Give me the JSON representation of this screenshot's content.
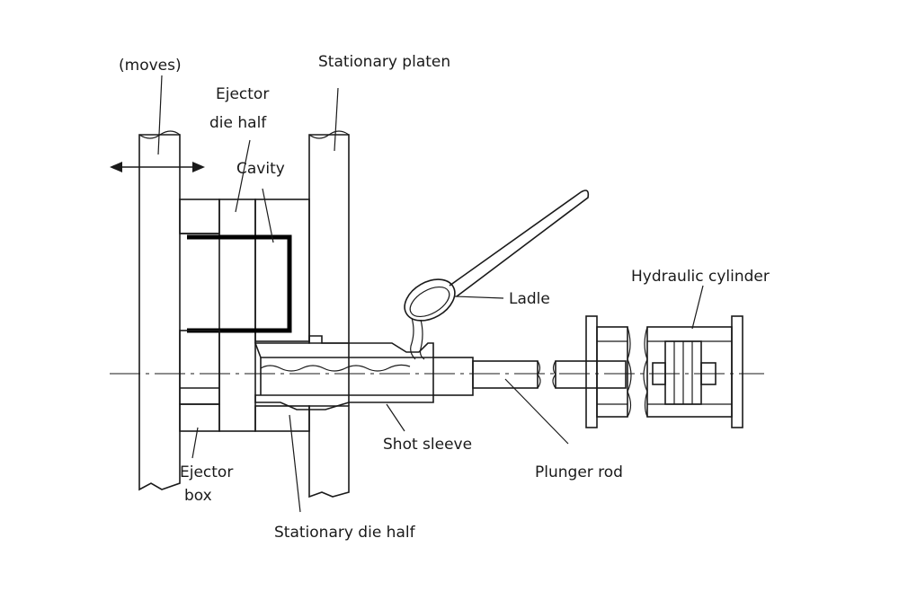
{
  "labels": {
    "moves": "(moves)",
    "stationary_platen": "Stationary platen",
    "ejector_die_half_line1": "Ejector",
    "ejector_die_half_line2": "die half",
    "cavity": "Cavity",
    "ladle": "Ladle",
    "hydraulic_cylinder": "Hydraulic cylinder",
    "shot_sleeve": "Shot sleeve",
    "plunger_rod": "Plunger rod",
    "ejector_box_line1": "Ejector",
    "ejector_box_line2": "box",
    "stationary_die_half": "Stationary die half"
  }
}
